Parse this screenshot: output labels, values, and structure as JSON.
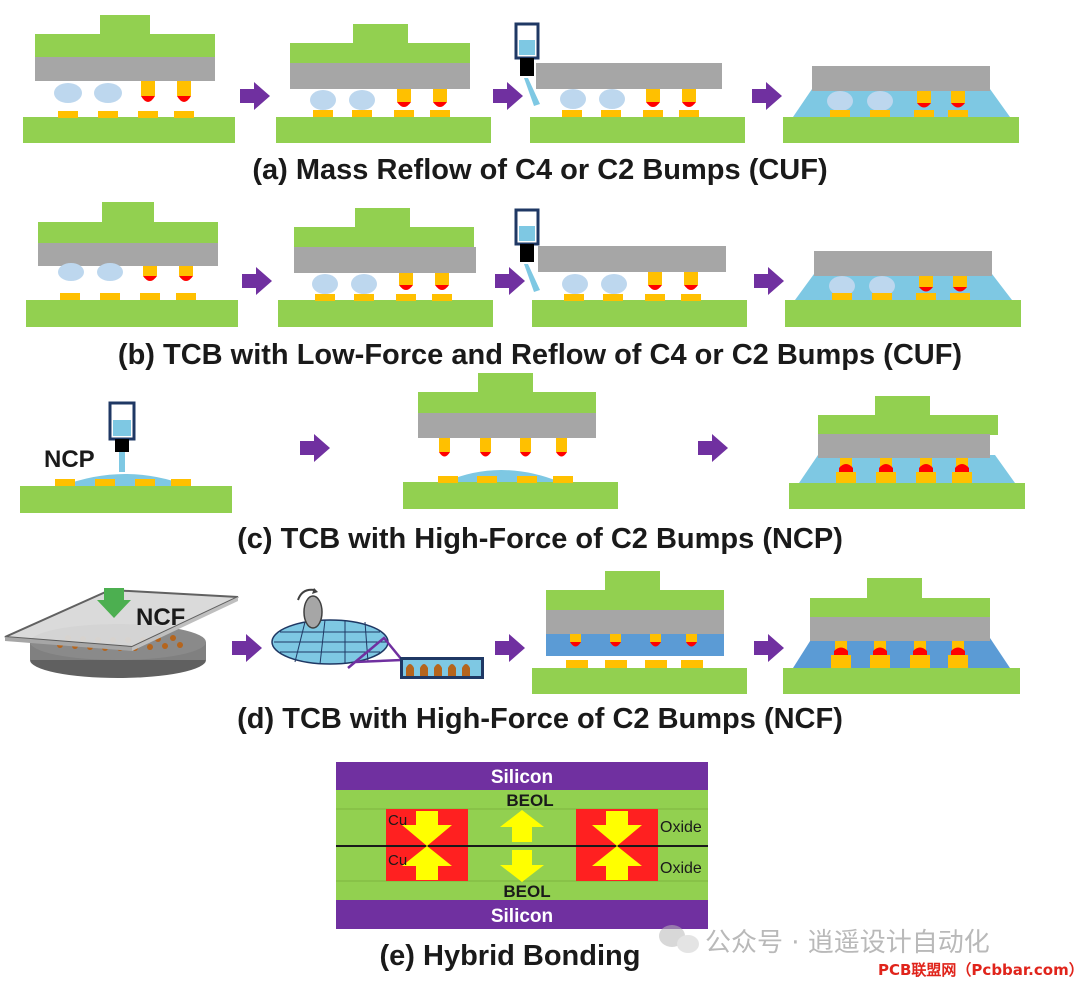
{
  "colors": {
    "substrate": "#92d050",
    "die_top": "#92d050",
    "die": "#a6a6a6",
    "pad": "#ffc000",
    "solder": "#ff0000",
    "bump_ball": "#bdd7ee",
    "underfill": "#7ec8e3",
    "ncf_layer": "#5b9bd5",
    "arrow": "#7030a0",
    "silicon": "#7030a0",
    "beol": "#92d050",
    "cu_pad": "#ff2020",
    "hb_arrow": "#ffff00"
  },
  "labels": {
    "ncp": "NCP",
    "ncf": "NCF",
    "hybrid_silicon_top": "Silicon",
    "hybrid_silicon_bottom": "Silicon",
    "hybrid_beol_top": "BEOL",
    "hybrid_beol_bottom": "BEOL",
    "hybrid_cu_top": "Cu",
    "hybrid_cu_bottom": "Cu",
    "hybrid_oxide_top": "Oxide",
    "hybrid_oxide_bottom": "Oxide"
  },
  "captions": {
    "a": "(a) Mass Reflow of C4 or C2 Bumps (CUF)",
    "b": "(b) TCB with Low-Force and Reflow of C4 or C2 Bumps (CUF)",
    "c": "(c) TCB with High-Force of C2 Bumps (NCP)",
    "d": "(d) TCB with High-Force of C2 Bumps (NCF)",
    "e": "(e) Hybrid Bonding"
  },
  "watermark": {
    "text": "公众号 · 逍遥设计自动化",
    "site": "PCB联盟网（Pcbbar.com）"
  }
}
